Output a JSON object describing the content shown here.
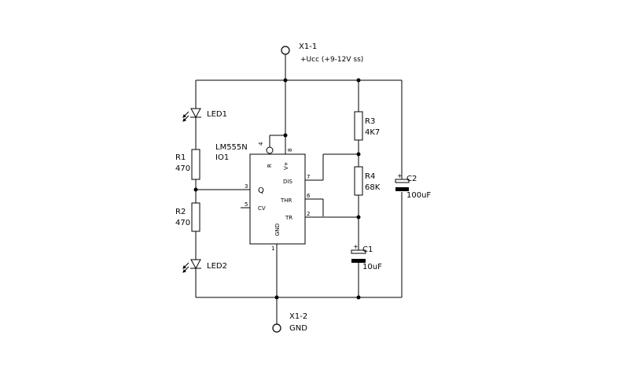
{
  "terminals": {
    "x1_1": {
      "ref": "X1-1",
      "label": "+Ucc (+9-12V ss)"
    },
    "x1_2": {
      "ref": "X1-2",
      "label": "GND"
    }
  },
  "ic": {
    "part": "LM555N",
    "ref": "IO1",
    "pins": {
      "p1": {
        "num": "1",
        "name": "GND"
      },
      "p2": {
        "num": "2",
        "name": "TR"
      },
      "p3": {
        "num": "3",
        "name": "Q"
      },
      "p4": {
        "num": "4",
        "name": "R"
      },
      "p5": {
        "num": "5",
        "name": "CV"
      },
      "p6": {
        "num": "6",
        "name": "THR"
      },
      "p7": {
        "num": "7",
        "name": "DIS"
      },
      "p8": {
        "num": "8",
        "name": "V+"
      }
    }
  },
  "components": {
    "led1": {
      "ref": "LED1"
    },
    "led2": {
      "ref": "LED2"
    },
    "r1": {
      "ref": "R1",
      "value": "470"
    },
    "r2": {
      "ref": "R2",
      "value": "470"
    },
    "r3": {
      "ref": "R3",
      "value": "4K7"
    },
    "r4": {
      "ref": "R4",
      "value": "68K"
    },
    "c1": {
      "ref": "C1",
      "value": "10uF"
    },
    "c2": {
      "ref": "C2",
      "value": "100uF"
    }
  }
}
